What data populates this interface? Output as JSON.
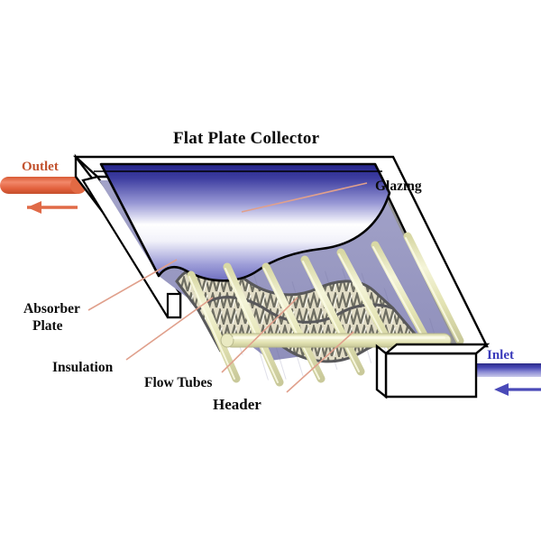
{
  "diagram": {
    "title": "Flat Plate Collector",
    "type": "technical-cutaway-illustration",
    "labels": {
      "glazing": "Glazing",
      "absorber_plate_line1": "Absorber",
      "absorber_plate_line2": "Plate",
      "insulation": "Insulation",
      "flow_tubes": "Flow Tubes",
      "header": "Header",
      "outlet": "Outlet",
      "inlet": "Inlet"
    },
    "colors": {
      "glazing_top": "#2b2b8c",
      "glazing_mid": "#ffffff",
      "glazing_bottom": "#8f8fd0",
      "absorber_plate": "#9a9ac4",
      "frame_side_gray": "#949496",
      "frame_white": "#ffffff",
      "flow_tube": "#e8e8b8",
      "insulation_fill": "#ded9c0",
      "insulation_outline": "#58585a",
      "outlet_pipe": "#e0613c",
      "inlet_pipe": "#3b3bbb",
      "leader_line": "#e0a08c",
      "outline": "#000000"
    },
    "components": [
      {
        "name": "glazing",
        "description": "transparent cover panel, blue gradient, cut away at lower edge"
      },
      {
        "name": "absorber-plate",
        "description": "gray-violet plate beneath glazing"
      },
      {
        "name": "flow-tubes",
        "description": "parallel pale yellow riser tubes bonded to absorber plate",
        "count": 7
      },
      {
        "name": "header",
        "description": "horizontal pale yellow manifold tube crossing the risers"
      },
      {
        "name": "insulation",
        "description": "zigzag-textured insulation layer under absorber plate"
      },
      {
        "name": "frame",
        "description": "white enclosure box with gray side rail"
      },
      {
        "name": "outlet-pipe",
        "description": "salmon pipe exiting upper left, flow arrow points left"
      },
      {
        "name": "inlet-pipe",
        "description": "blue pipe entering lower right, flow arrow points left"
      }
    ]
  }
}
